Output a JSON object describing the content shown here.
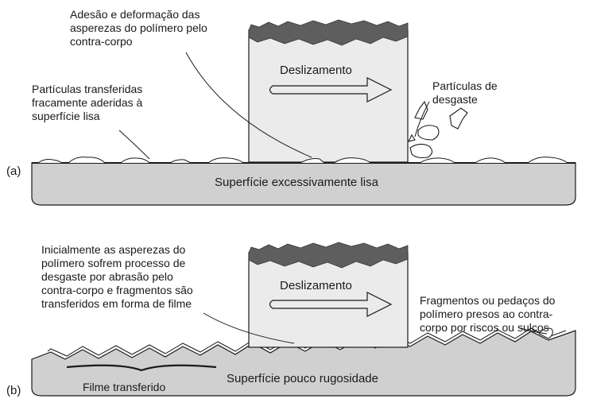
{
  "panel_a": {
    "tag": "(a)",
    "label_adhesion": [
      "Adesão e deformação das",
      "asperezas do polímero pelo",
      "contra-corpo"
    ],
    "label_sliding": "Deslizamento",
    "label_transferred": [
      "Partículas transferidas",
      "fracamente aderidas à",
      "superfície lisa"
    ],
    "label_wear": [
      "Partículas de",
      "desgaste"
    ],
    "surface": "Superfície excessivamente lisa"
  },
  "panel_b": {
    "tag": "(b)",
    "label_initial": [
      "Inicialmente as asperezas do",
      "polímero sofrem processo de",
      "desgaste por abrasão pelo",
      "contra-corpo e fragmentos são",
      "transferidos em forma de filme"
    ],
    "label_sliding": "Deslizamento",
    "label_fragments": [
      "Fragmentos ou pedaços do",
      "polímero presos ao contra-",
      "corpo por riscos ou sulcos"
    ],
    "label_film": "Filme transferido",
    "surface": "Superfície pouco rugosidade"
  },
  "colors": {
    "surface_fill": "#d0d0d0",
    "block_fill": "#ebebeb",
    "polymer_dark": "#5e5e5e",
    "line": "#1a1a1a"
  }
}
